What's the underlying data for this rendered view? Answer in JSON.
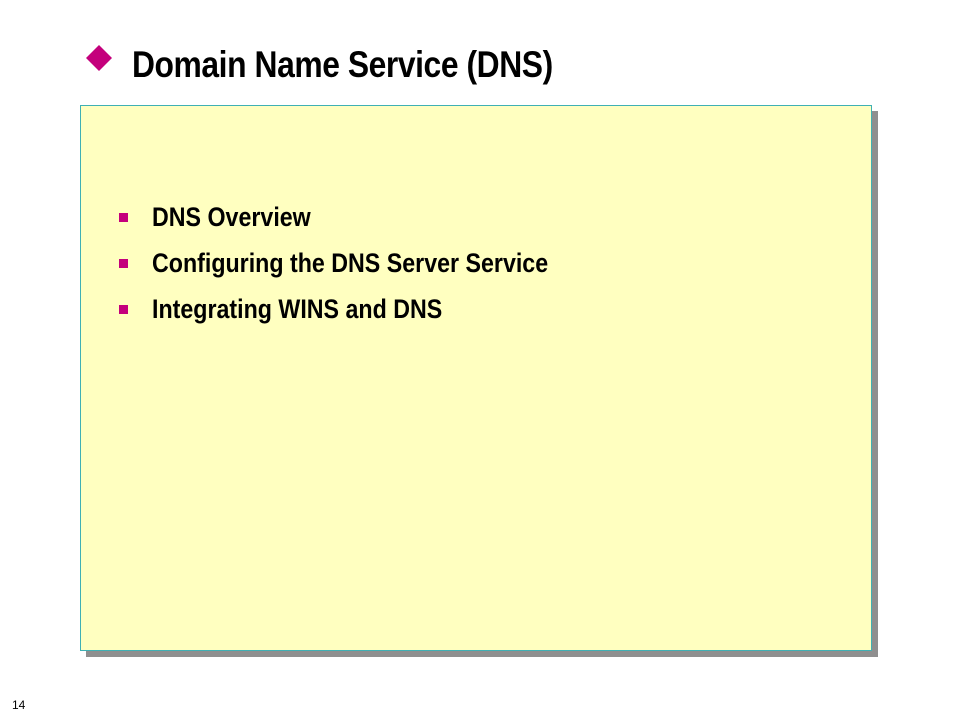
{
  "slide": {
    "title": "Domain Name Service (DNS)",
    "title_bullet_icon": "magenta-diamond-icon",
    "bullet_icon": "magenta-square-bullet-icon",
    "bullets": [
      {
        "label": "DNS Overview"
      },
      {
        "label": "Configuring the DNS Server Service"
      },
      {
        "label": "Integrating WINS and DNS"
      }
    ],
    "page_number": "14"
  },
  "colors": {
    "accent": "#c4007c",
    "content_background": "#ffffc0",
    "content_border": "#3fb0b4",
    "shadow": "#8f8f8f",
    "page_background": "#ffffff"
  }
}
